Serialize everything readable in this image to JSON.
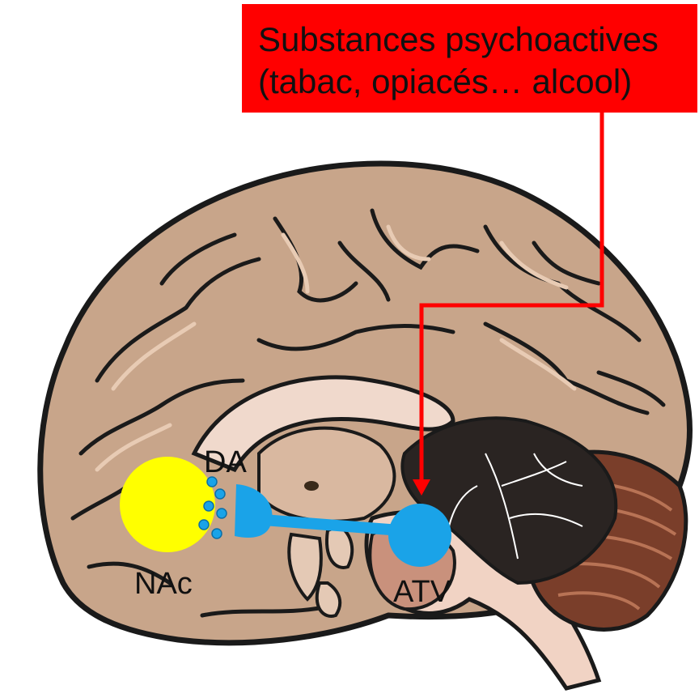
{
  "callout": {
    "line1": "Substances psychoactives",
    "line2": "(tabac, opiacés… alcool)"
  },
  "labels": {
    "da": "DA",
    "nac": "NAc",
    "atv": "ATV"
  },
  "colors": {
    "callout_bg": "#ff0000",
    "arrow": "#ff0000",
    "nac_region": "#ffff00",
    "neuron": "#1aa3e8",
    "cortex": "#c8a58a",
    "cortex_highlight": "#e8cbb4",
    "cerebellum": "#7a3e2a",
    "outline": "#1a1a1a"
  }
}
